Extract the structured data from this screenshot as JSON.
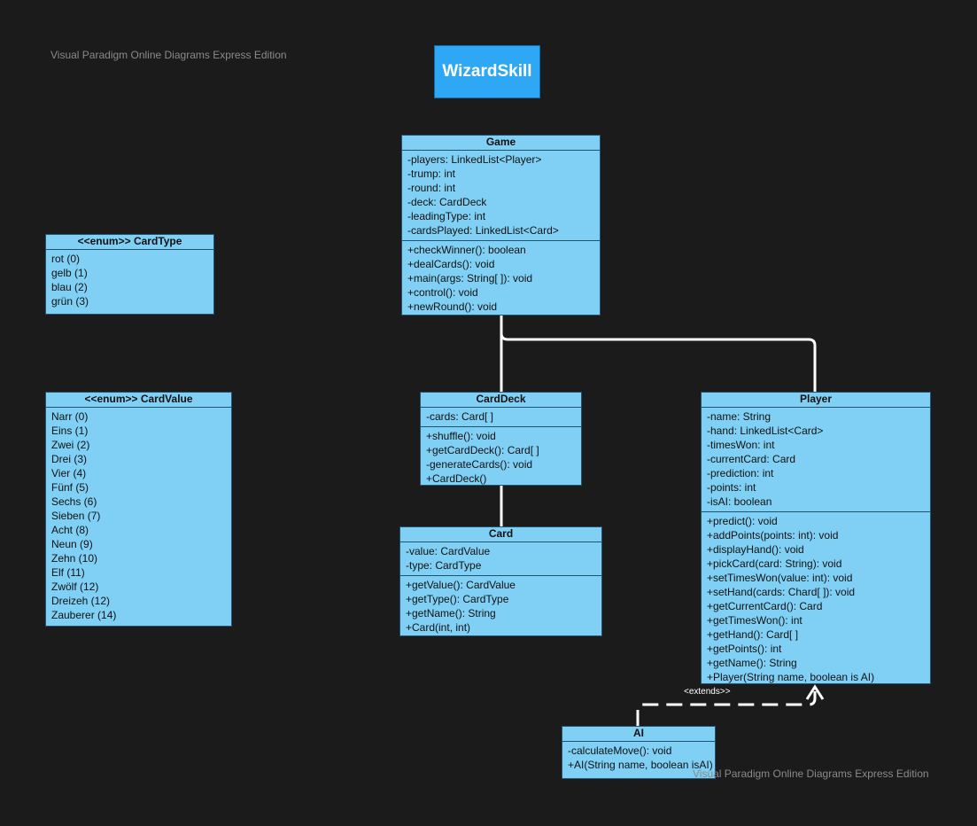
{
  "watermark": {
    "top": "Visual Paradigm Online Diagrams Express Edition",
    "bottom": "Visual Paradigm Online Diagrams Express Edition"
  },
  "title": "WizardSkill",
  "classes": {
    "game": {
      "name": "Game",
      "attributes": [
        "-players: LinkedList<Player>",
        "-trump: int",
        "-round: int",
        "-deck: CardDeck",
        "-leadingType: int",
        "-cardsPlayed: LinkedList<Card>"
      ],
      "methods": [
        "+checkWinner(): boolean",
        "+dealCards(): void",
        "+main(args: String[ ]): void",
        "+control(): void",
        "+newRound(): void"
      ]
    },
    "cardtype": {
      "name": "<<enum>> CardType",
      "values": [
        "rot (0)",
        "gelb (1)",
        "blau (2)",
        "grün (3)"
      ]
    },
    "cardvalue": {
      "name": "<<enum>> CardValue",
      "values": [
        "Narr (0)",
        "Eins (1)",
        "Zwei (2)",
        "Drei (3)",
        "Vier (4)",
        "Fünf (5)",
        "Sechs (6)",
        "Sieben (7)",
        "Acht (8)",
        "Neun (9)",
        "Zehn (10)",
        "Elf (11)",
        "Zwölf (12)",
        "Dreizeh (12)",
        "Zauberer (14)"
      ]
    },
    "carddeck": {
      "name": "CardDeck",
      "attributes": [
        "-cards: Card[ ]"
      ],
      "methods": [
        "+shuffle(): void",
        "+getCardDeck(): Card[ ]",
        "-generateCards(): void",
        "+CardDeck()"
      ]
    },
    "card": {
      "name": "Card",
      "attributes": [
        "-value: CardValue",
        "-type: CardType"
      ],
      "methods": [
        "+getValue(): CardValue",
        "+getType(): CardType",
        "+getName(): String",
        "+Card(int, int)"
      ]
    },
    "player": {
      "name": "Player",
      "attributes": [
        "-name: String",
        "-hand: LinkedList<Card>",
        "-timesWon: int",
        "-currentCard: Card",
        "-prediction: int",
        "-points: int",
        "-isAI: boolean"
      ],
      "methods": [
        "+predict(): void",
        "+addPoints(points: int): void",
        "+displayHand(): void",
        "+pickCard(card: String): void",
        "+setTimesWon(value: int): void",
        "+setHand(cards: Chard[ ]): void",
        "+getCurrentCard(): Card",
        "+getTimesWon(): int",
        "+getHand(): Card[ ]",
        "+getPoints(): int",
        "+getName(): String",
        "+Player(String name, boolean is AI)"
      ]
    },
    "ai": {
      "name": "AI",
      "methods": [
        "-calculateMove(): void",
        "+AI(String name, boolean isAI)"
      ]
    }
  },
  "relations": {
    "extends_label": "<extends>>"
  },
  "colors": {
    "background": "#1b1b1b",
    "class_fill": "#7fd0f4",
    "title_fill": "#2ea8f5",
    "connector": "#ffffff"
  }
}
